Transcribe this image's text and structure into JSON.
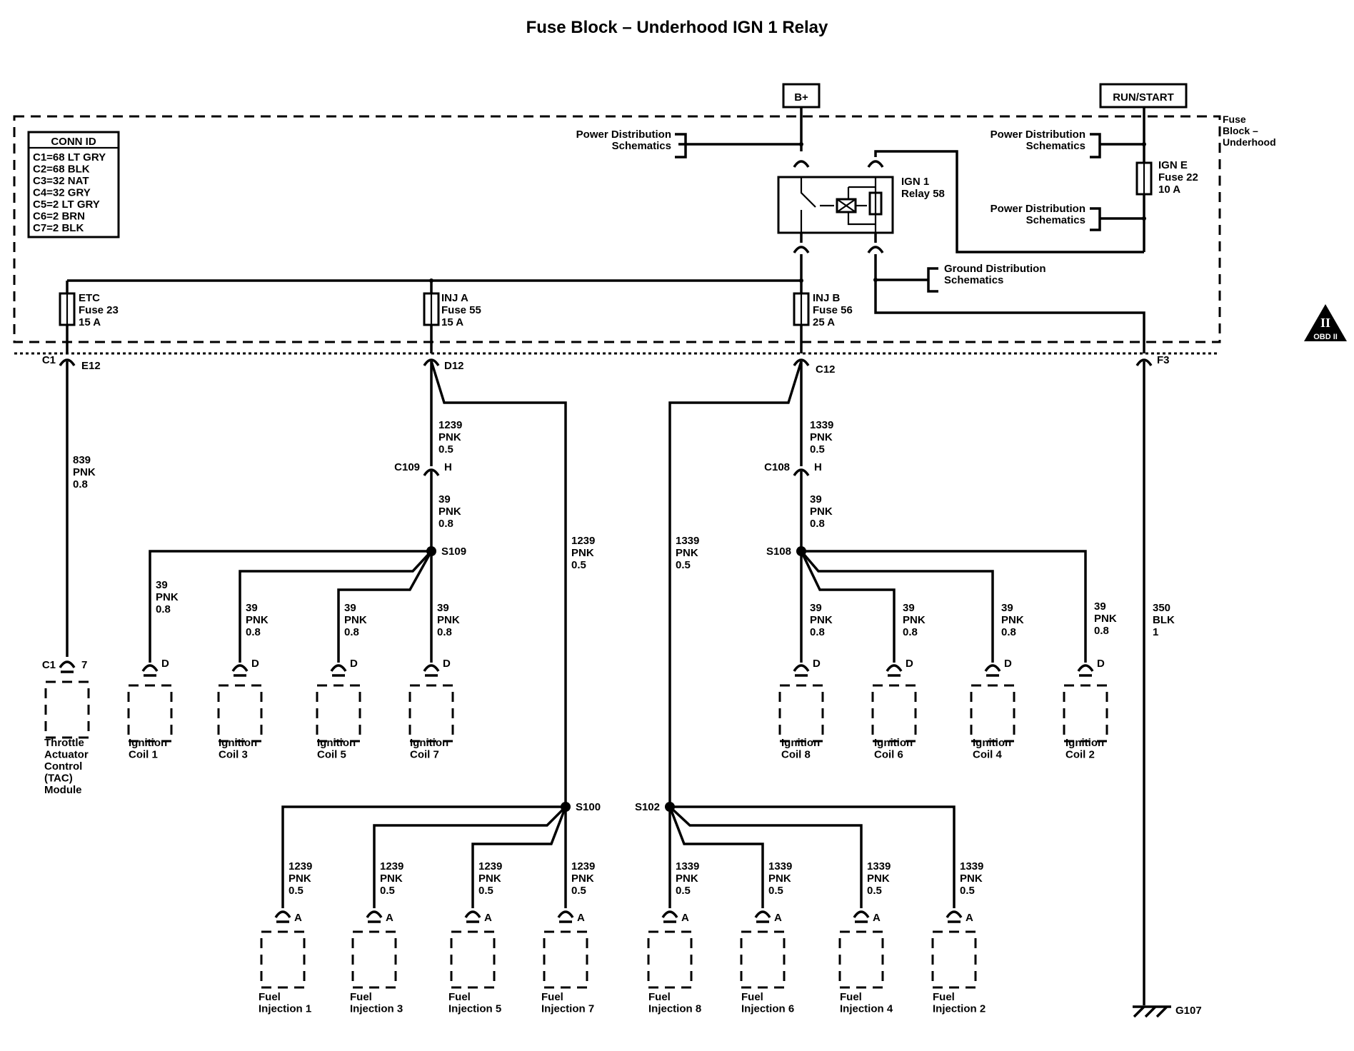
{
  "title": "Fuse Block – Underhood IGN 1 Relay",
  "power_sources": {
    "battery": "B+",
    "run_start": "RUN/START"
  },
  "enclosure_label": [
    "Fuse",
    "Block –",
    "Underhood"
  ],
  "conn_id": {
    "heading": "CONN ID",
    "rows": [
      "C1=68 LT GRY",
      "C2=68 BLK",
      "C3=32 NAT",
      "C4=32 GRY",
      "C5=2 LT GRY",
      "C6=2 BRN",
      "C7=2 BLK"
    ]
  },
  "refs": {
    "power_dist_1": [
      "Power Distribution",
      "Schematics"
    ],
    "power_dist_2": [
      "Power Distribution",
      "Schematics"
    ],
    "power_dist_3": [
      "Power Distribution",
      "Schematics"
    ],
    "ground_dist": [
      "Ground Distribution",
      "Schematics"
    ]
  },
  "relay": [
    "IGN 1",
    "Relay 58"
  ],
  "fuses": {
    "ign_e": [
      "IGN E",
      "Fuse 22",
      "10 A"
    ],
    "etc": [
      "ETC",
      "Fuse 23",
      "15 A"
    ],
    "inj_a": [
      "INJ A",
      "Fuse 55",
      "15 A"
    ],
    "inj_b": [
      "INJ B",
      "Fuse 56",
      "25 A"
    ]
  },
  "connector_pins": {
    "c1": "C1",
    "e12": "E12",
    "d12": "D12",
    "c12": "C12",
    "f3": "F3",
    "c109": "C109",
    "h1": "H",
    "c108": "C108",
    "h2": "H",
    "tac_c1": "C1",
    "tac_pin": "7"
  },
  "splices": {
    "s109": "S109",
    "s108": "S108",
    "s100": "S100",
    "s102": "S102"
  },
  "wires": {
    "w839": [
      "839",
      "PNK",
      "0.8"
    ],
    "w1239_top": [
      "1239",
      "PNK",
      "0.5"
    ],
    "w39_c109": [
      "39",
      "PNK",
      "0.8"
    ],
    "w1339_top": [
      "1339",
      "PNK",
      "0.5"
    ],
    "w39_c108": [
      "39",
      "PNK",
      "0.8"
    ],
    "w1239_long": [
      "1239",
      "PNK",
      "0.5"
    ],
    "w1339_long": [
      "1339",
      "PNK",
      "0.5"
    ],
    "w350": [
      "350",
      "BLK",
      "1"
    ]
  },
  "coil_wire": [
    "39",
    "PNK",
    "0.8"
  ],
  "inj_wire_a": [
    "1239",
    "PNK",
    "0.5"
  ],
  "inj_wire_b": [
    "1339",
    "PNK",
    "0.5"
  ],
  "pin_d": "D",
  "pin_a": "A",
  "tac_module": [
    "Throttle",
    "Actuator",
    "Control",
    "(TAC)",
    "Module"
  ],
  "coils_left": [
    [
      "Ignition",
      "Coil 1"
    ],
    [
      "Ignition",
      "Coil 3"
    ],
    [
      "Ignition",
      "Coil 5"
    ],
    [
      "Ignition",
      "Coil 7"
    ]
  ],
  "coils_right": [
    [
      "Ignition",
      "Coil 8"
    ],
    [
      "Ignition",
      "Coil 6"
    ],
    [
      "Ignition",
      "Coil 4"
    ],
    [
      "Ignition",
      "Coil 2"
    ]
  ],
  "injectors_left": [
    [
      "Fuel",
      "Injection 1"
    ],
    [
      "Fuel",
      "Injection 3"
    ],
    [
      "Fuel",
      "Injection 5"
    ],
    [
      "Fuel",
      "Injection 7"
    ]
  ],
  "injectors_right": [
    [
      "Fuel",
      "Injection 8"
    ],
    [
      "Fuel",
      "Injection 6"
    ],
    [
      "Fuel",
      "Injection 4"
    ],
    [
      "Fuel",
      "Injection 2"
    ]
  ],
  "ground": "G107",
  "obd_badge": {
    "mark": "II",
    "text": "OBD II"
  }
}
